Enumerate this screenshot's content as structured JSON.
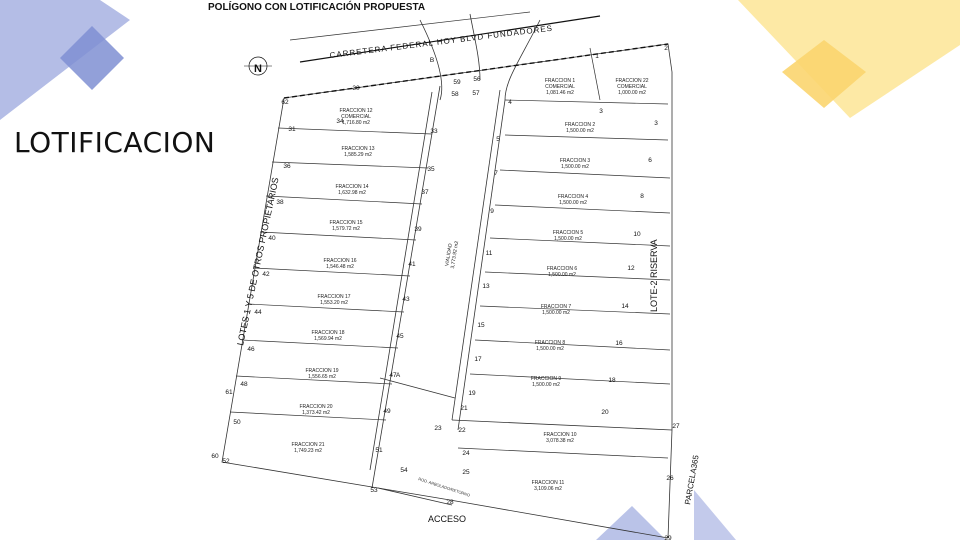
{
  "slide": {
    "title": "LOTIFICACION",
    "plan_title": "POLÍGONO CON LOTIFICACIÓN PROPUESTA"
  },
  "plan": {
    "north_label": "N",
    "road_label": "CARRETERA FEDERAL HOY BLVD FUNDADORES",
    "access_label": "ACCESO",
    "west_label": "LOTES 1 Y 5 DE OTROS PROPIETARIOS",
    "east_label": "LOTE-2 RISERVA",
    "southeast_label": "PARCELA365",
    "road_center_label": "VIALIDAD",
    "road_center_area": "3,773.92 m2",
    "roundabout_label": "ROD. ARBOLADO/RETORNO",
    "east_lots": [
      {
        "name": "FRACCION 1",
        "sub": "COMERCIAL",
        "area": "1,081.46 m2"
      },
      {
        "name": "FRACCION 22",
        "sub": "COMERCIAL",
        "area": "1,000.00 m2"
      },
      {
        "name": "FRACCION 2",
        "sub": "",
        "area": "1,500.00 m2"
      },
      {
        "name": "FRACCION 3",
        "sub": "",
        "area": "1,500.00 m2"
      },
      {
        "name": "FRACCION 4",
        "sub": "",
        "area": "1,500.00 m2"
      },
      {
        "name": "FRACCION 5",
        "sub": "",
        "area": "1,500.00 m2"
      },
      {
        "name": "FRACCION 6",
        "sub": "",
        "area": "1,500.00 m2"
      },
      {
        "name": "FRACCION 7",
        "sub": "",
        "area": "1,500.00 m2"
      },
      {
        "name": "FRACCION 8",
        "sub": "",
        "area": "1,500.00 m2"
      },
      {
        "name": "FRACCION 9",
        "sub": "",
        "area": "1,500.00 m2"
      },
      {
        "name": "FRACCION 10",
        "sub": "",
        "area": "3,078.38 m2"
      },
      {
        "name": "FRACCION 11",
        "sub": "",
        "area": "3,109.06 m2"
      }
    ],
    "west_lots": [
      {
        "name": "FRACCION 12",
        "sub": "COMERCIAL",
        "area": "1,716.80 m2"
      },
      {
        "name": "FRACCION 13",
        "sub": "",
        "area": "1,585.29 m2"
      },
      {
        "name": "FRACCION 14",
        "sub": "",
        "area": "1,632.98 m2"
      },
      {
        "name": "FRACCION 15",
        "sub": "",
        "area": "1,579.72 m2"
      },
      {
        "name": "FRACCION 16",
        "sub": "",
        "area": "1,546.48 m2"
      },
      {
        "name": "FRACCION 17",
        "sub": "",
        "area": "1,553.20 m2"
      },
      {
        "name": "FRACCION 18",
        "sub": "",
        "area": "1,569.94 m2"
      },
      {
        "name": "FRACCION 19",
        "sub": "",
        "area": "1,556.65 m2"
      },
      {
        "name": "FRACCION 20",
        "sub": "",
        "area": "1,373.42 m2"
      },
      {
        "name": "FRACCION 21",
        "sub": "",
        "area": "1,749.23 m2"
      }
    ],
    "east_vertices": [
      "2",
      "3",
      "6",
      "8",
      "10",
      "12",
      "14",
      "16",
      "18",
      "20",
      "27",
      "26",
      "29"
    ],
    "inner_east_vertices": [
      "56",
      "57",
      "4",
      "5",
      "7",
      "9",
      "11",
      "13",
      "15",
      "17",
      "19",
      "21",
      "22",
      "24",
      "25",
      "28"
    ],
    "inner_west_vertices": [
      "58",
      "59",
      "33",
      "35",
      "37",
      "39",
      "41",
      "43",
      "45",
      "47",
      "49",
      "51",
      "54",
      "23"
    ],
    "west_vertices": [
      "62",
      "31",
      "36",
      "38",
      "40",
      "42",
      "44",
      "46",
      "48",
      "50",
      "52",
      "60",
      "61",
      "53"
    ],
    "misc_labels": [
      "1",
      "3",
      "34",
      "30",
      "A",
      "B"
    ],
    "colors": {
      "deco_blue": "#a9b4e2",
      "deco_blue_dark": "#7f8fd2",
      "deco_yellow": "#fde79e",
      "deco_yellow_dark": "#fbd56f"
    }
  }
}
